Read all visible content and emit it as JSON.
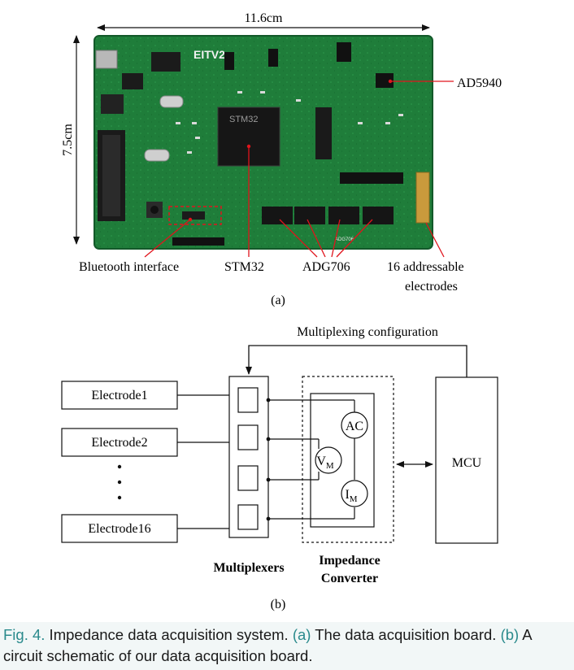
{
  "panel_a": {
    "width_label": "11.6cm",
    "height_label": "7.5cm",
    "board": {
      "name": "EITV2",
      "chip_labels": [
        "ADG706"
      ]
    },
    "callouts": {
      "ad5940": "AD5940",
      "bluetooth": "Bluetooth interface",
      "stm32": "STM32",
      "adg706": "ADG706",
      "electrodes_line1": "16 addressable",
      "electrodes_line2": "electrodes"
    },
    "sublabel": "(a)"
  },
  "panel_b": {
    "feedback_label": "Multiplexing configuration",
    "electrodes": [
      "Electrode1",
      "Electrode2",
      "Electrode16"
    ],
    "ac_label": "AC",
    "vm_label": "V",
    "vm_sub": "M",
    "im_label": "I",
    "im_sub": "M",
    "mcu_label": "MCU",
    "mux_label": "Multiplexers",
    "converter_line1": "Impedance",
    "converter_line2": "Converter",
    "sublabel": "(b)"
  },
  "caption": {
    "fig": "Fig. 4.",
    "text1": " Impedance data acquisition system. ",
    "a_tag": "(a)",
    "text2": " The data acquisition board. ",
    "b_tag": "(b)",
    "text3": " A circuit schematic of our data acquisition board."
  },
  "colors": {
    "board_green": "#1f7d3a",
    "callout_red": "#e0141c",
    "caption_bg": "#f2f7f7",
    "link_teal": "#2a8a8c"
  }
}
